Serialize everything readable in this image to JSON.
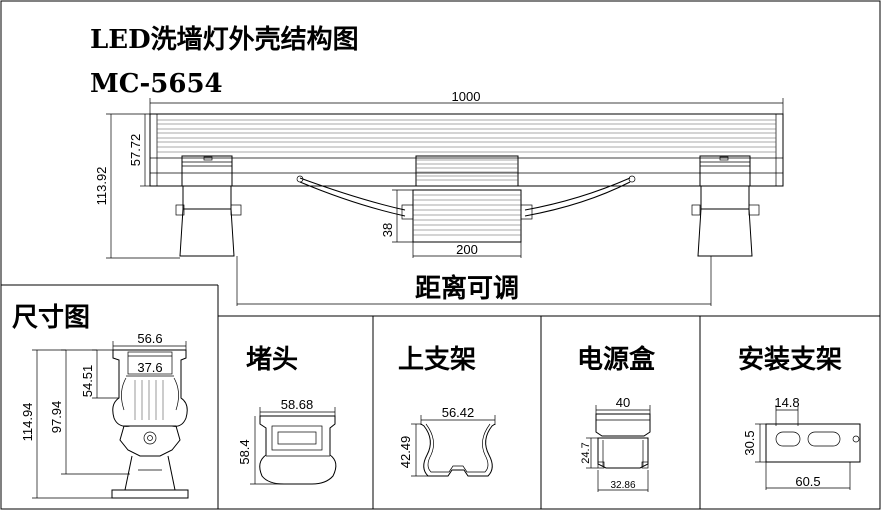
{
  "header": {
    "title": "LED洗墙灯外壳结构图",
    "model": "MC-5654"
  },
  "main_view": {
    "length": "1000",
    "height_total": "113.92",
    "height_body": "57.72",
    "box_height": "38",
    "box_width": "200",
    "spacing_note": "距离可调"
  },
  "size_view": {
    "title": "尺寸图",
    "width_top": "56.6",
    "width_inner": "37.6",
    "h1": "54.51",
    "h2": "97.94",
    "h3": "114.94"
  },
  "parts": [
    {
      "title": "堵头",
      "dim_w": "58.68",
      "dim_h": "58.4"
    },
    {
      "title": "上支架",
      "dim_w": "56.42",
      "dim_h": "42.49"
    },
    {
      "title": "电源盒",
      "dim_w": "40",
      "dim_h": "24.7",
      "dim_bottom": "32.86"
    },
    {
      "title": "安装支架",
      "dim_w": "14.8",
      "dim_h": "30.5",
      "dim_bottom": "60.5"
    }
  ]
}
